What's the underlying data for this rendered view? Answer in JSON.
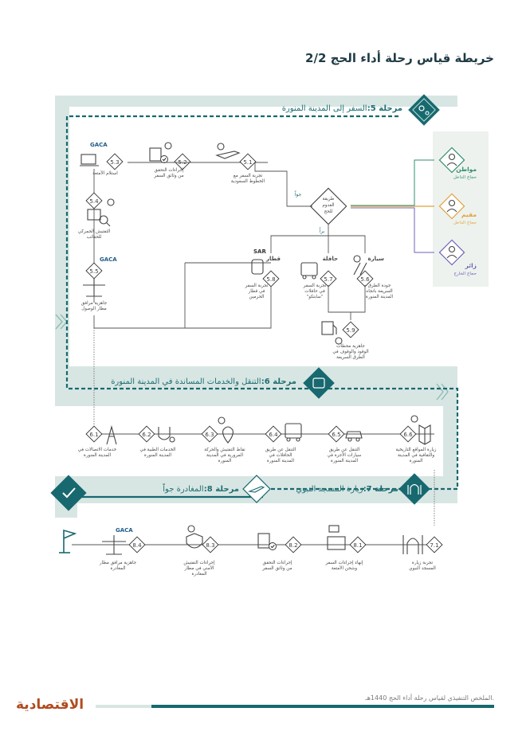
{
  "title": "خريطة قياس رحلة أداء الحج 2/2",
  "stages": {
    "s5": {
      "label": "مرحلة 5:",
      "text": "السفر إلى المدينة المنورة"
    },
    "s6": {
      "label": "مرحلة 6:",
      "text": "التنقل والخدمات المساندة في المدينة المنورة"
    },
    "s7": {
      "label": "مرحلة 7:",
      "text": "زيارة المسجد النبوي"
    },
    "s8": {
      "label": "مرحلة 8:",
      "text": "المغادرة جواً"
    }
  },
  "pilgrims": {
    "citizen": {
      "title": "مواطن",
      "sub": "حجاج الداخل"
    },
    "resident": {
      "title": "مقيم",
      "sub": "حجاج الداخل"
    },
    "visitor": {
      "title": "زائر",
      "sub": "حجاج الخارج"
    }
  },
  "decision": {
    "text": [
      "طريقة",
      "القدوم",
      "للحج"
    ],
    "air": "جواً",
    "land": "براً"
  },
  "modes": {
    "car": "سيارة",
    "bus": "حافلة",
    "train": "قطار"
  },
  "logos": {
    "gaca": "GACA",
    "sar": "SAR"
  },
  "nodes5": {
    "n51": {
      "num": "5.1",
      "lines": [
        "تجربة السفر مع",
        "الخطوط السعودية"
      ]
    },
    "n52": {
      "num": "5.2",
      "lines": [
        "إجراءات التحقق",
        "من وثائق السفر"
      ]
    },
    "n53": {
      "num": "5.3",
      "lines": [
        "استلام الأمتعة"
      ]
    },
    "n54": {
      "num": "5.4",
      "lines": [
        "التفتيش الجمركي",
        "للحقائب"
      ]
    },
    "n55": {
      "num": "5.5",
      "lines": [
        "جاهزية مرافق",
        "مطار الوصول"
      ]
    },
    "n56": {
      "num": "5.6",
      "lines": [
        "جودة الطرق",
        "السريعة باتجاه",
        "المدينة المنورة"
      ]
    },
    "n57": {
      "num": "5.7",
      "lines": [
        "تجربة السفر",
        "في حافلات",
        "\"سابتكو\""
      ]
    },
    "n58": {
      "num": "5.8",
      "lines": [
        "تجربة السفر",
        "في قطار",
        "الحرمين"
      ]
    },
    "n59": {
      "num": "5.9",
      "lines": [
        "جاهزية محطات",
        "الوقود والوقوف في",
        "الطرق السريعة"
      ]
    }
  },
  "nodes6": {
    "n61": {
      "num": "6.1",
      "lines": [
        "خدمات الاتصالات في",
        "المدينة المنورة"
      ]
    },
    "n62": {
      "num": "6.2",
      "lines": [
        "الخدمات الطبية في",
        "المدينة المنورة"
      ]
    },
    "n63": {
      "num": "6.3",
      "lines": [
        "نقاط التفتيش والحركة",
        "المرورية في المدينة",
        "المنورة"
      ]
    },
    "n64": {
      "num": "6.4",
      "lines": [
        "التنقل عن طريق",
        "الحافلات في",
        "المدينة المنورة"
      ]
    },
    "n65": {
      "num": "6.5",
      "lines": [
        "التنقل عن طريق",
        "سيارات الأجرة في",
        "المدينة المنورة"
      ]
    },
    "n66": {
      "num": "6.6",
      "lines": [
        "زيارة المواقع التاريخية",
        "والثقافية في المدينة",
        "المنورة"
      ]
    }
  },
  "nodes78": {
    "n71": {
      "num": "7.1",
      "lines": [
        "تجربة زيارة",
        "المسجد النبوي"
      ]
    },
    "n81": {
      "num": "8.1",
      "lines": [
        "إنهاء إجراءات السفر",
        "وشحن الأمتعة"
      ]
    },
    "n82": {
      "num": "8.2",
      "lines": [
        "إجراءات التحقق",
        "من وثائق السفر"
      ]
    },
    "n83": {
      "num": "8.3",
      "lines": [
        "إجراءات التفتيش",
        "الأمني في مطار",
        "المغادرة"
      ]
    },
    "n84": {
      "num": "8.4",
      "lines": [
        "جاهزية مرافق مطار",
        "المغادرة"
      ]
    }
  },
  "footer": {
    "caption": "الملخص التنفيذي لقياس رحلة أداء الحج 1440هـ.",
    "brand": "الاقتصادية"
  },
  "colors": {
    "teal": "#17696f",
    "band": "#d8e6e3",
    "green": "#2f8f6e",
    "orange": "#e0a13a",
    "purple": "#6e63b8",
    "pilgrimBg": "#eef2ee"
  }
}
